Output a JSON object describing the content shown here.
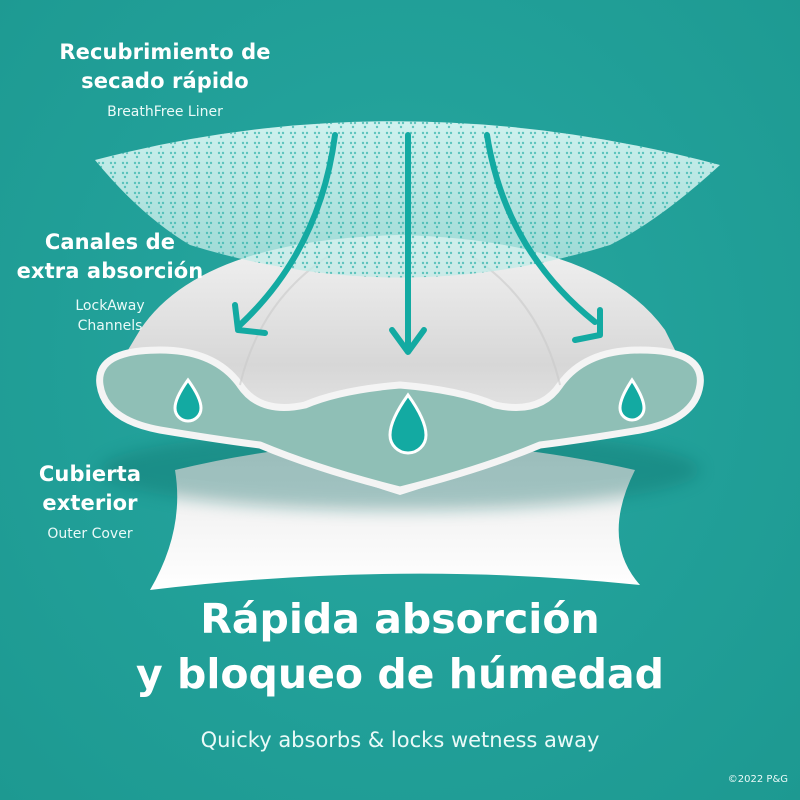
{
  "layers": [
    {
      "id": "liner",
      "title_line1": "Recubrimiento de",
      "title_line2": "secado rápido",
      "subtitle": "BreathFree Liner"
    },
    {
      "id": "channels",
      "title_line1": "Canales de",
      "title_line2": "extra absorción",
      "subtitle_line1": "LockAway",
      "subtitle_line2": "Channels"
    },
    {
      "id": "cover",
      "title_line1": "Cubierta",
      "title_line2": "exterior",
      "subtitle": "Outer Cover"
    }
  ],
  "headline": {
    "line1": "Rápida absorción",
    "line2": "y bloqueo de húmedad"
  },
  "tagline": "Quicky absorbs & locks wetness away",
  "copyright": "©2022 P&G",
  "icons": [
    "arrow-down-left-icon",
    "arrow-down-icon",
    "arrow-down-right-icon",
    "water-drop-icon"
  ],
  "colors": {
    "background": "#22a19a",
    "accent": "#13aaa2",
    "core": "#8fbfb6",
    "white": "#ffffff"
  }
}
